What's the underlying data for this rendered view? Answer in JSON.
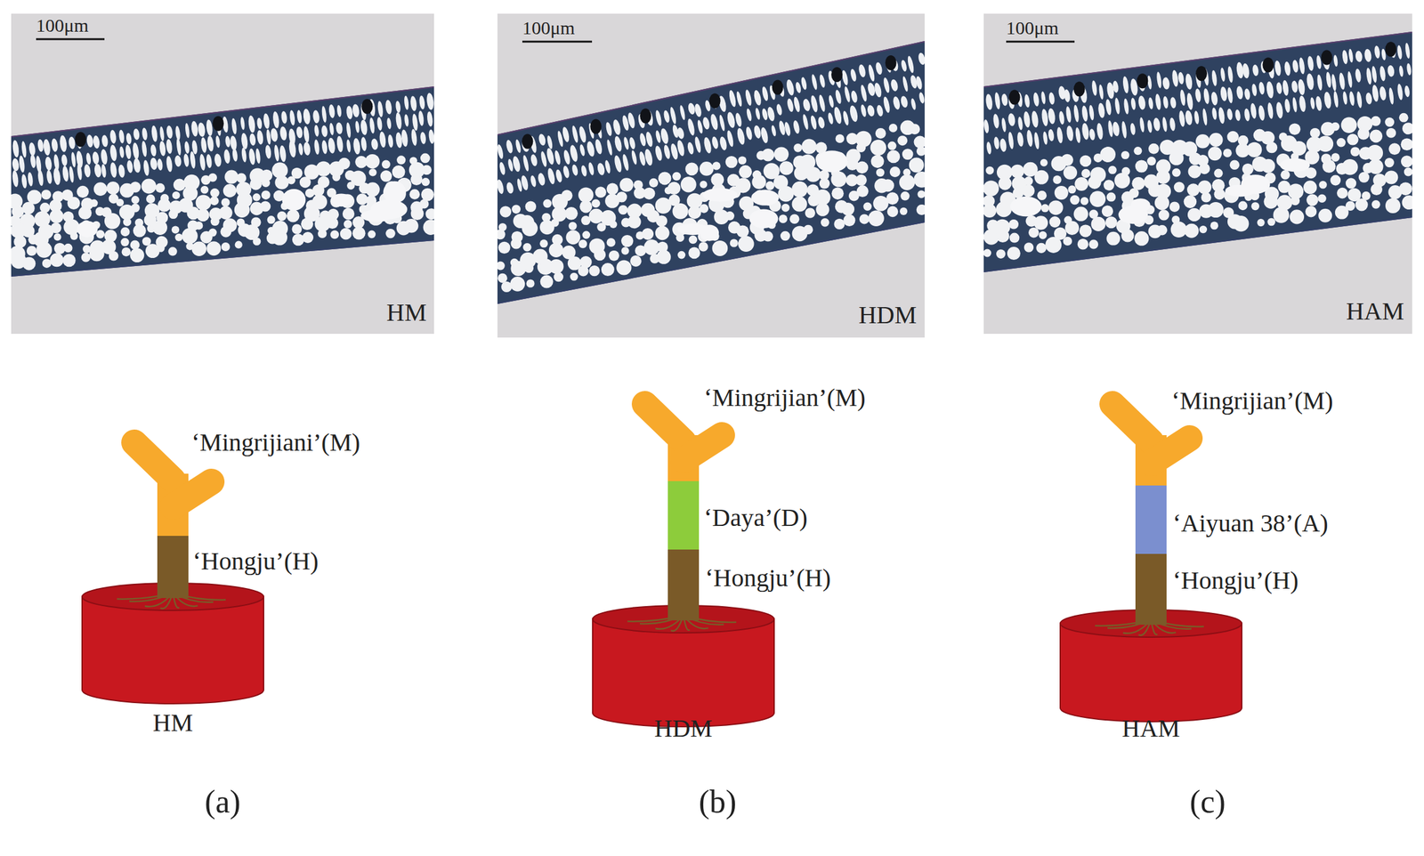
{
  "diagram": {
    "labels": [
      "100μm",
      "HM",
      "100μm",
      "HDM",
      "100μm",
      "HAM",
      "‘Mingrijiani’(M)",
      "‘Hongju’(H)",
      "HM",
      "‘Mingrijian’(M)",
      "‘Daya’(D)",
      "‘Hongju’(H)",
      "HDM",
      "‘Mingrijian’(M)",
      "‘Aiyuan 38’(A)",
      "‘Hongju’(H)",
      "HAM",
      "(a)",
      "(b)",
      "(c)"
    ]
  }
}
